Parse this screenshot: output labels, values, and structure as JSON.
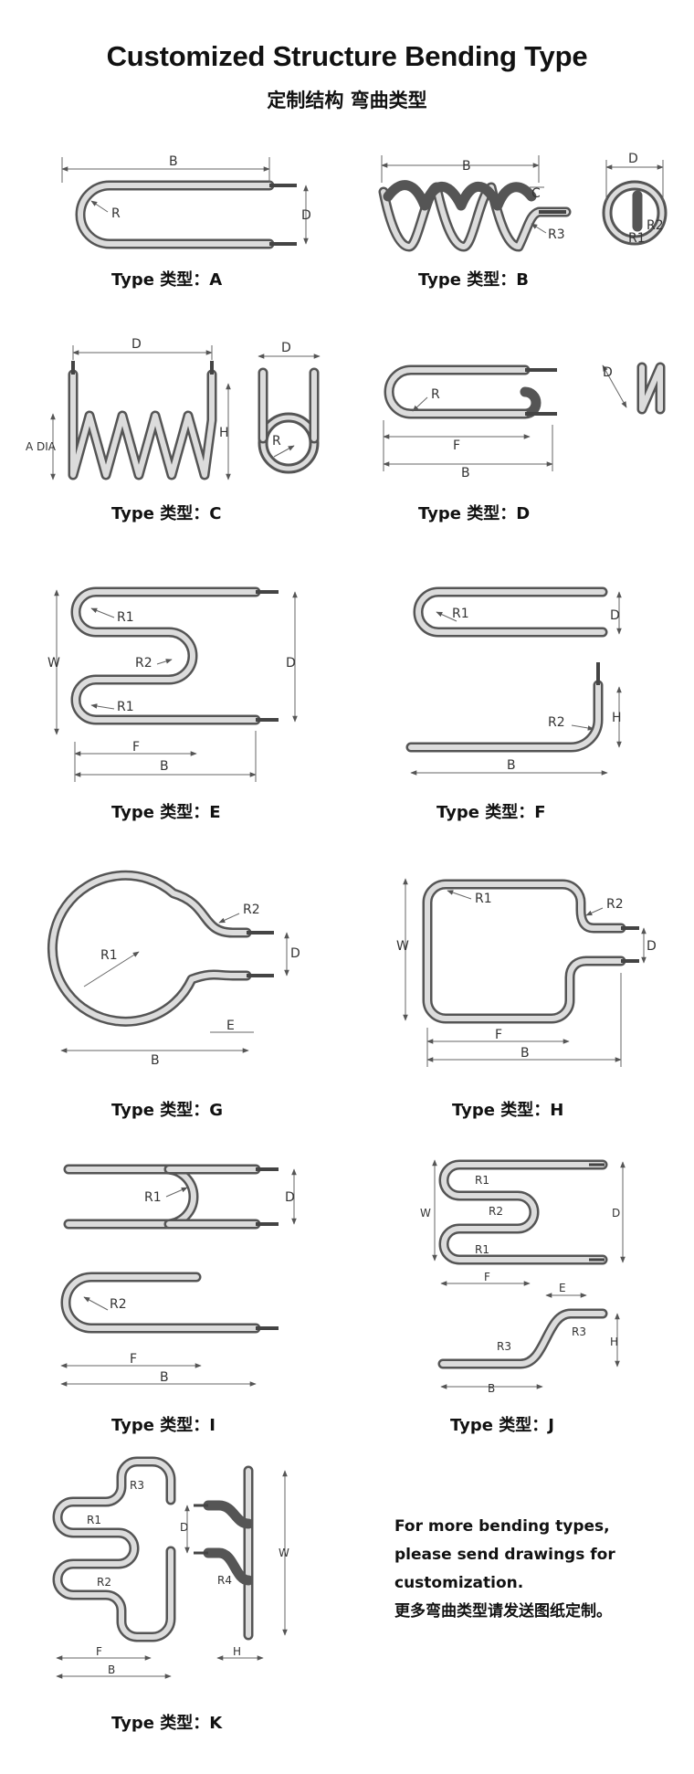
{
  "header": {
    "title": "Customized Structure Bending Type",
    "subtitle": "定制结构 弯曲类型"
  },
  "types": [
    {
      "label": "Type 类型：A",
      "dims": [
        "B",
        "R",
        "D"
      ]
    },
    {
      "label": "Type 类型：B",
      "dims": [
        "B",
        "C",
        "R3",
        "D",
        "R1",
        "R2"
      ]
    },
    {
      "label": "Type 类型：C",
      "dims": [
        "D",
        "A DIA",
        "H",
        "D",
        "R"
      ]
    },
    {
      "label": "Type 类型：D",
      "dims": [
        "R",
        "F",
        "B",
        "D"
      ]
    },
    {
      "label": "Type 类型：E",
      "dims": [
        "R1",
        "W",
        "R2",
        "R1",
        "D",
        "F",
        "B"
      ]
    },
    {
      "label": "Type 类型：F",
      "dims": [
        "R1",
        "D",
        "R2",
        "H",
        "B"
      ]
    },
    {
      "label": "Type 类型：G",
      "dims": [
        "R2",
        "R1",
        "D",
        "E",
        "B"
      ]
    },
    {
      "label": "Type 类型：H",
      "dims": [
        "R1",
        "R2",
        "W",
        "D",
        "F",
        "B"
      ]
    },
    {
      "label": "Type 类型：I",
      "dims": [
        "R1",
        "D",
        "R2",
        "F",
        "B"
      ]
    },
    {
      "label": "Type 类型：J",
      "dims": [
        "R1",
        "W",
        "R2",
        "D",
        "R1",
        "F",
        "E",
        "R3",
        "R3",
        "H",
        "B"
      ]
    },
    {
      "label": "Type 类型：K",
      "dims": [
        "R3",
        "R1",
        "D",
        "W",
        "R2",
        "R4",
        "F",
        "B",
        "H"
      ]
    }
  ],
  "note": {
    "lines": [
      "For more bending types,",
      "please send drawings for",
      "customization.",
      "更多弯曲类型请发送图纸定制。"
    ]
  },
  "colors": {
    "pipe": "#555555",
    "pipe_highlight": "#dcdcdc",
    "dimension_line": "#666666",
    "text": "#111111"
  }
}
